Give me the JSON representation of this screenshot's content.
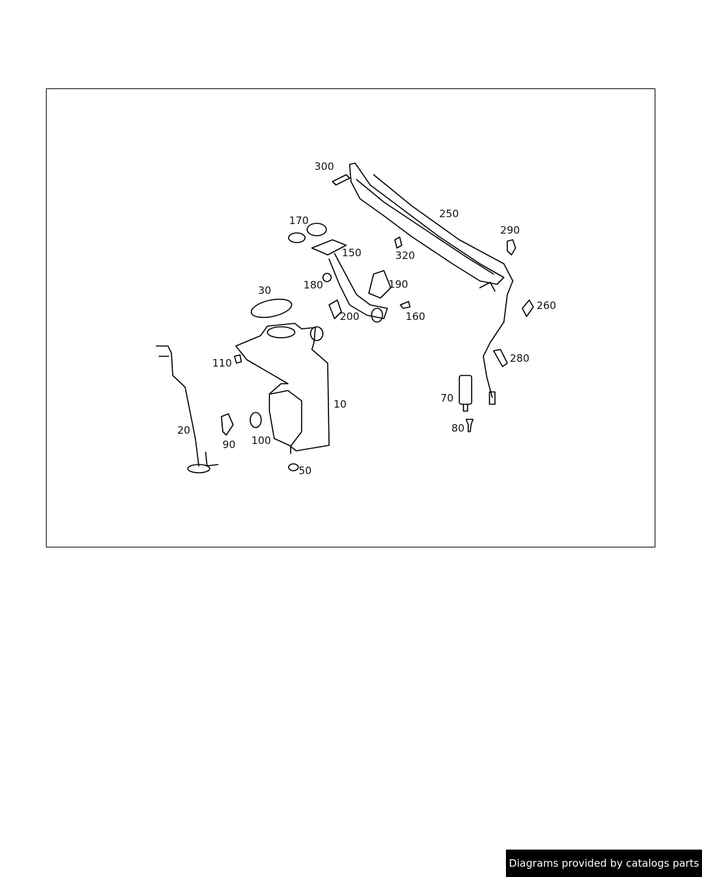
{
  "diagram": {
    "part_callouts": [
      "300",
      "250",
      "290",
      "170",
      "150",
      "320",
      "180",
      "190",
      "30",
      "260",
      "200",
      "160",
      "110",
      "280",
      "10",
      "70",
      "20",
      "90",
      "100",
      "80",
      "50"
    ]
  },
  "footer": {
    "credit": "Diagrams provided by catalogs parts"
  }
}
